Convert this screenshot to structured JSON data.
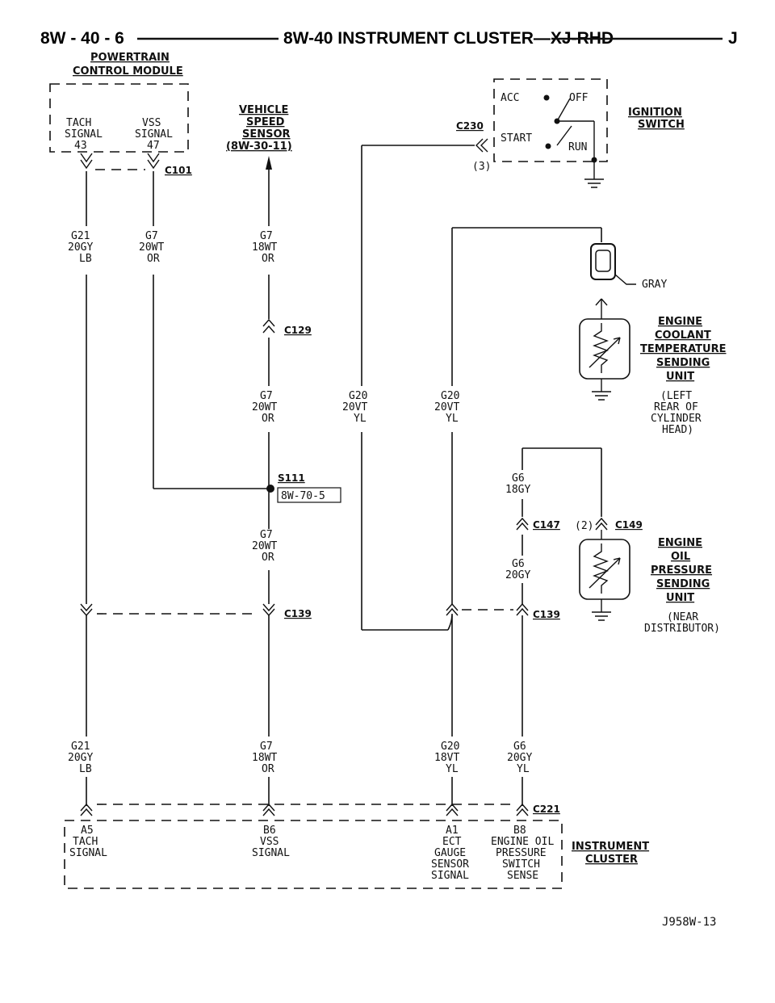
{
  "header": {
    "left": "8W - 40 - 6",
    "title": "8W-40 INSTRUMENT CLUSTER—XJ-RHD",
    "right": "J"
  },
  "pcm": {
    "title_line1": "POWERTRAIN",
    "title_line2": "CONTROL MODULE",
    "pin_tach": [
      "TACH",
      "SIGNAL",
      "43"
    ],
    "pin_vss": [
      "VSS",
      "SIGNAL",
      "47"
    ],
    "connector": "C101"
  },
  "vss_sensor": {
    "line1": "VEHICLE",
    "line2": "SPEED",
    "line3": "SENSOR",
    "line4": "(8W-30-11)"
  },
  "ignition": {
    "title_line1": "IGNITION",
    "title_line2": "SWITCH",
    "acc": "ACC",
    "off": "OFF",
    "start": "START",
    "run": "RUN",
    "connector": "C230",
    "pin": "(3)"
  },
  "wires": {
    "g21_top": [
      "G21",
      "20GY",
      "LB"
    ],
    "g7_pcm_top": [
      "G7",
      "20WT",
      "OR"
    ],
    "g7_vss_top": [
      "G7",
      "18WT",
      "OR"
    ],
    "g7_mid": [
      "G7",
      "20WT",
      "OR"
    ],
    "g20_left": [
      "G20",
      "20VT",
      "YL"
    ],
    "g20_right": [
      "G20",
      "20VT",
      "YL"
    ],
    "g7_lower": [
      "G7",
      "20WT",
      "OR"
    ],
    "g6_upper": [
      "G6",
      "18GY"
    ],
    "g6_mid": [
      "G6",
      "20GY"
    ],
    "g21_bottom": [
      "G21",
      "20GY",
      "LB"
    ],
    "g7_bottom": [
      "G7",
      "18WT",
      "OR"
    ],
    "g20_bottom": [
      "G20",
      "18VT",
      "YL"
    ],
    "g6_bottom": [
      "G6",
      "20GY",
      "YL"
    ]
  },
  "connectors": {
    "c129": "C129",
    "s111": "S111",
    "s111_ref": "8W-70-5",
    "c147": "C147",
    "c149": "C149",
    "c149_pin": "(2)",
    "c139_left": "C139",
    "c139_right": "C139",
    "c221": "C221",
    "gray": "GRAY"
  },
  "coolant_unit": {
    "line1": "ENGINE",
    "line2": "COOLANT",
    "line3": "TEMPERATURE",
    "line4": "SENDING",
    "line5": "UNIT",
    "loc": [
      "(LEFT",
      "REAR OF",
      "CYLINDER",
      "HEAD)"
    ]
  },
  "oil_unit": {
    "line1": "ENGINE",
    "line2": "OIL",
    "line3": "PRESSURE",
    "line4": "SENDING",
    "line5": "UNIT",
    "loc": [
      "(NEAR",
      "DISTRIBUTOR)"
    ]
  },
  "cluster": {
    "title_line1": "INSTRUMENT",
    "title_line2": "CLUSTER",
    "a5": [
      "A5",
      "TACH",
      "SIGNAL"
    ],
    "b6": [
      "B6",
      "VSS",
      "SIGNAL"
    ],
    "a1": [
      "A1",
      "ECT",
      "GAUGE",
      "SENSOR",
      "SIGNAL"
    ],
    "b8": [
      "B8",
      "ENGINE OIL",
      "PRESSURE",
      "SWITCH",
      "SENSE"
    ]
  },
  "figure_id": "J958W-13"
}
